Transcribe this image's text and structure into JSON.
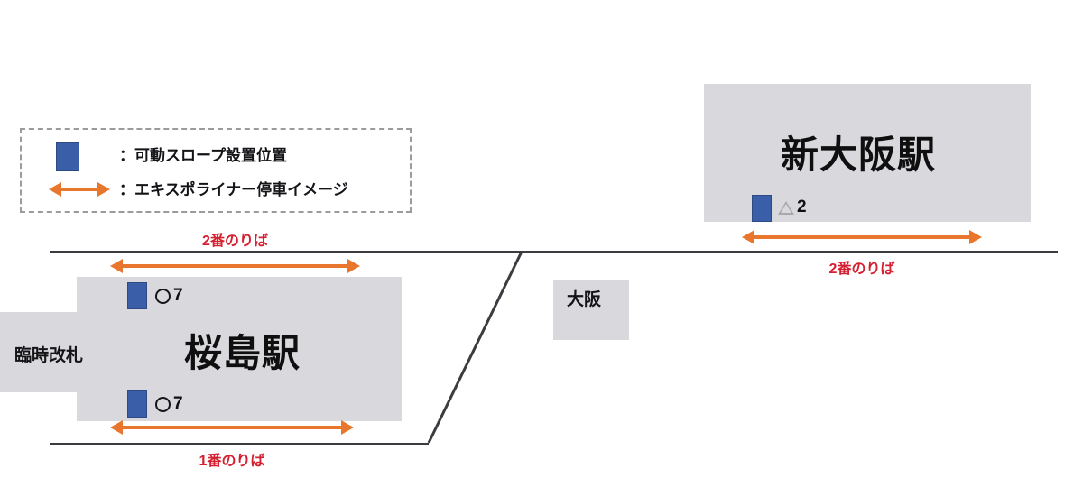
{
  "legend": {
    "name": "legend-box",
    "items": [
      {
        "symbol": "blue-square",
        "label": "：可動スロープ設置位置"
      },
      {
        "symbol": "orange-double-arrow",
        "label": "：エキスポライナー停車イメージ"
      }
    ]
  },
  "stations": {
    "sakurajima": {
      "name": "桜島駅",
      "gate_label": "臨時改札",
      "markers": [
        {
          "glyph": "circle",
          "car_number": "7"
        },
        {
          "glyph": "circle",
          "car_number": "7"
        }
      ],
      "platforms": [
        {
          "label": "2番のりば",
          "position": "upper"
        },
        {
          "label": "1番のりば",
          "position": "lower"
        }
      ]
    },
    "osaka": {
      "name": "大阪"
    },
    "shin_osaka": {
      "name": "新大阪駅",
      "markers": [
        {
          "glyph": "triangle",
          "car_number": "2"
        }
      ],
      "platforms": [
        {
          "label": "2番のりば",
          "position": "lower"
        }
      ]
    }
  },
  "colors": {
    "slope_blue": "#3a5fa8",
    "arrow_orange": "#e8762c",
    "platform_red": "#d42030",
    "station_gray": "#d9d9dd",
    "track_dark": "#3b3b40"
  }
}
